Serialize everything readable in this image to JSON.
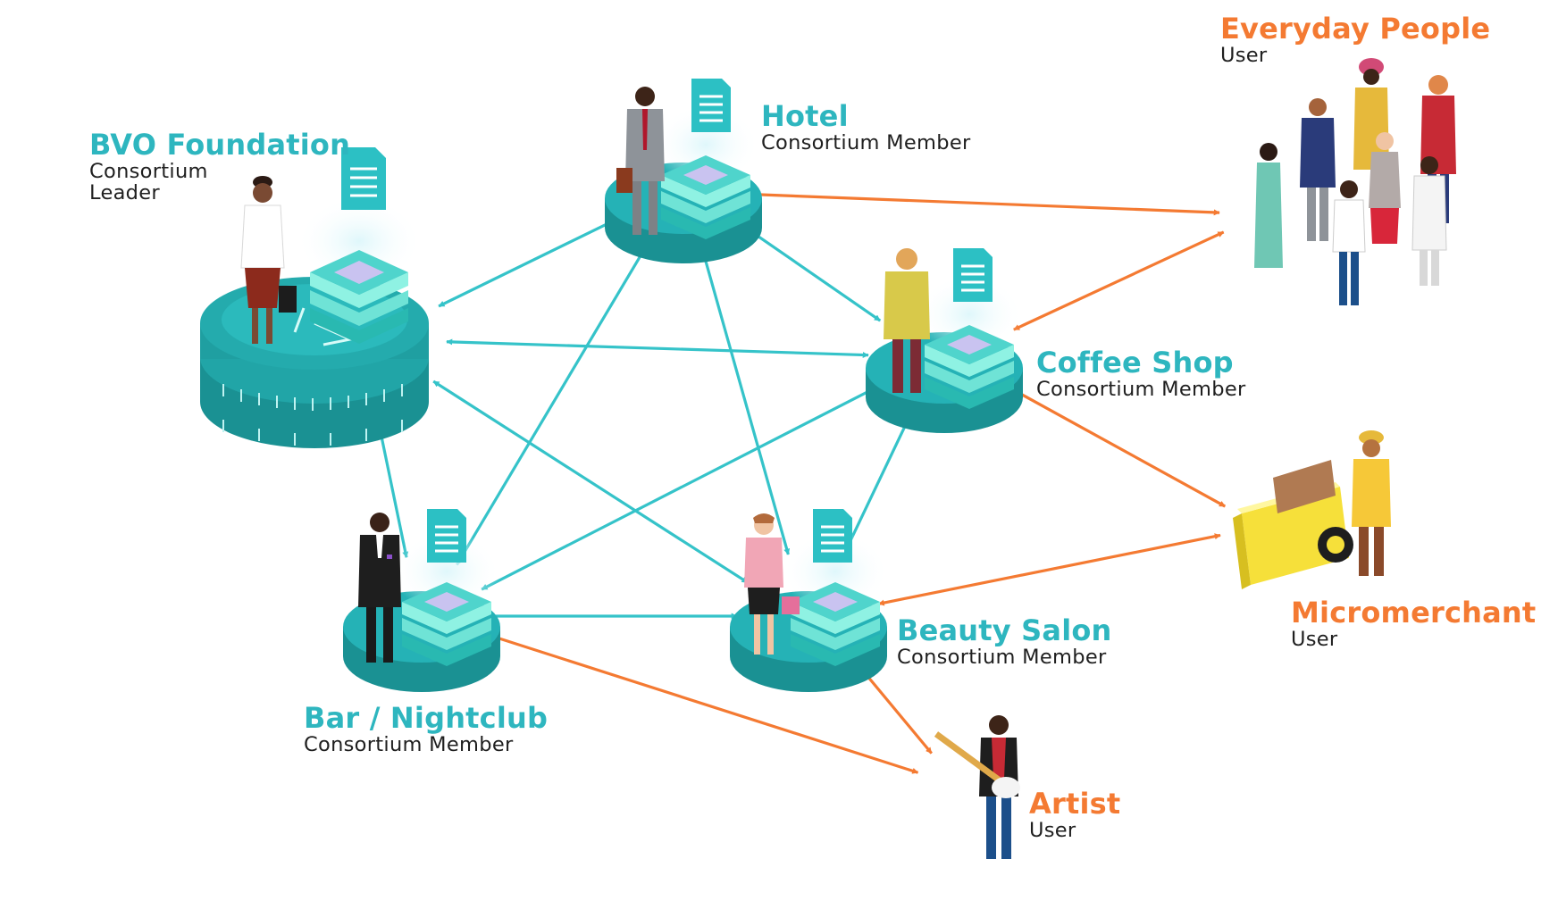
{
  "colors": {
    "member": "#35c3c9",
    "user": "#f47a32",
    "platform_top": "#25b2b6",
    "platform_side": "#1a9193",
    "server_light": "#8ff2e3",
    "server_dark": "#29b9b1",
    "server_top": "#c9c3f0",
    "document": "#2cc0c4"
  },
  "nodes": {
    "bvo": {
      "title": "BVO Foundation",
      "role_line1": "Consortium",
      "role_line2": "Leader"
    },
    "hotel": {
      "title": "Hotel",
      "role": "Consortium Member"
    },
    "coffee": {
      "title": "Coffee Shop",
      "role": "Consortium Member"
    },
    "bar": {
      "title": "Bar / Nightclub",
      "role": "Consortium Member"
    },
    "salon": {
      "title": "Beauty Salon",
      "role": "Consortium Member"
    },
    "people": {
      "title": "Everyday People",
      "role": "User"
    },
    "merchant": {
      "title": "Micromerchant",
      "role": "User"
    },
    "artist": {
      "title": "Artist",
      "role": "User"
    }
  },
  "connections": [
    {
      "from": "bvo",
      "to": "hotel",
      "kind": "member"
    },
    {
      "from": "bvo",
      "to": "coffee",
      "kind": "member"
    },
    {
      "from": "bvo",
      "to": "bar",
      "kind": "member"
    },
    {
      "from": "bvo",
      "to": "salon",
      "kind": "member"
    },
    {
      "from": "hotel",
      "to": "coffee",
      "kind": "member"
    },
    {
      "from": "hotel",
      "to": "bar",
      "kind": "member"
    },
    {
      "from": "hotel",
      "to": "salon",
      "kind": "member"
    },
    {
      "from": "coffee",
      "to": "bar",
      "kind": "member"
    },
    {
      "from": "coffee",
      "to": "salon",
      "kind": "member"
    },
    {
      "from": "bar",
      "to": "salon",
      "kind": "member"
    },
    {
      "from": "hotel",
      "to": "people",
      "kind": "user"
    },
    {
      "from": "coffee",
      "to": "people",
      "kind": "user"
    },
    {
      "from": "coffee",
      "to": "merchant",
      "kind": "user"
    },
    {
      "from": "salon",
      "to": "merchant",
      "kind": "user"
    },
    {
      "from": "salon",
      "to": "artist",
      "kind": "user"
    },
    {
      "from": "bar",
      "to": "artist",
      "kind": "user"
    }
  ]
}
